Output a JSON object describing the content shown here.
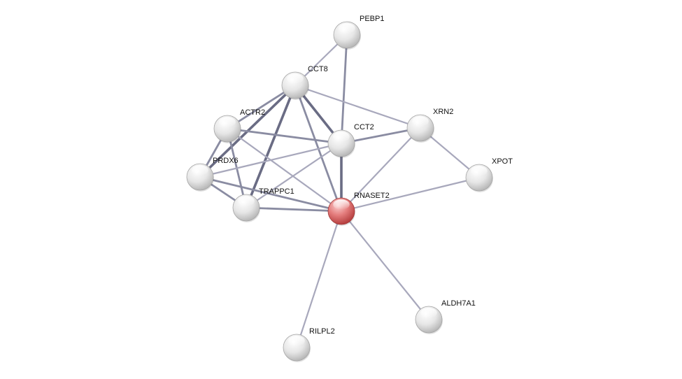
{
  "network": {
    "nodes": [
      {
        "id": "PEBP1",
        "label": "PEBP1",
        "query": false
      },
      {
        "id": "CCT8",
        "label": "CCT8",
        "query": false
      },
      {
        "id": "ACTR2",
        "label": "ACTR2",
        "query": false
      },
      {
        "id": "CCT2",
        "label": "CCT2",
        "query": false
      },
      {
        "id": "XRN2",
        "label": "XRN2",
        "query": false
      },
      {
        "id": "PRDX6",
        "label": "PRDX6",
        "query": false
      },
      {
        "id": "XPOT",
        "label": "XPOT",
        "query": false
      },
      {
        "id": "TRAPPC1",
        "label": "TRAPPC1",
        "query": false
      },
      {
        "id": "RNASET2",
        "label": "RNASET2",
        "query": true
      },
      {
        "id": "ALDH7A1",
        "label": "ALDH7A1",
        "query": false
      },
      {
        "id": "RILPL2",
        "label": "RILPL2",
        "query": false
      }
    ],
    "edges": [
      {
        "source": "PEBP1",
        "target": "CCT8",
        "strength": 1
      },
      {
        "source": "PEBP1",
        "target": "CCT2",
        "strength": 2
      },
      {
        "source": "CCT8",
        "target": "ACTR2",
        "strength": 2
      },
      {
        "source": "CCT8",
        "target": "PRDX6",
        "strength": 3
      },
      {
        "source": "CCT8",
        "target": "TRAPPC1",
        "strength": 3
      },
      {
        "source": "CCT8",
        "target": "CCT2",
        "strength": 3
      },
      {
        "source": "CCT8",
        "target": "RNASET2",
        "strength": 2
      },
      {
        "source": "CCT8",
        "target": "XRN2",
        "strength": 1
      },
      {
        "source": "ACTR2",
        "target": "CCT2",
        "strength": 2
      },
      {
        "source": "ACTR2",
        "target": "PRDX6",
        "strength": 2
      },
      {
        "source": "ACTR2",
        "target": "TRAPPC1",
        "strength": 2
      },
      {
        "source": "ACTR2",
        "target": "RNASET2",
        "strength": 1
      },
      {
        "source": "CCT2",
        "target": "XRN2",
        "strength": 2
      },
      {
        "source": "CCT2",
        "target": "PRDX6",
        "strength": 1
      },
      {
        "source": "CCT2",
        "target": "TRAPPC1",
        "strength": 1
      },
      {
        "source": "CCT2",
        "target": "RNASET2",
        "strength": 3
      },
      {
        "source": "PRDX6",
        "target": "TRAPPC1",
        "strength": 2
      },
      {
        "source": "PRDX6",
        "target": "RNASET2",
        "strength": 2
      },
      {
        "source": "TRAPPC1",
        "target": "RNASET2",
        "strength": 2
      },
      {
        "source": "XRN2",
        "target": "RNASET2",
        "strength": 1
      },
      {
        "source": "XRN2",
        "target": "XPOT",
        "strength": 1
      },
      {
        "source": "XPOT",
        "target": "RNASET2",
        "strength": 1
      },
      {
        "source": "RNASET2",
        "target": "ALDH7A1",
        "strength": 1
      },
      {
        "source": "RNASET2",
        "target": "RILPL2",
        "strength": 1
      }
    ]
  },
  "colors": {
    "edge_weak": "#a8a8bc",
    "edge_medium": "#8a8ca2",
    "edge_strong": "#6a6c84",
    "node_default_light": "#ffffff",
    "node_default_dark": "#bdbdbd",
    "node_query_light": "#f6b9b9",
    "node_query_dark": "#c94a4a"
  }
}
